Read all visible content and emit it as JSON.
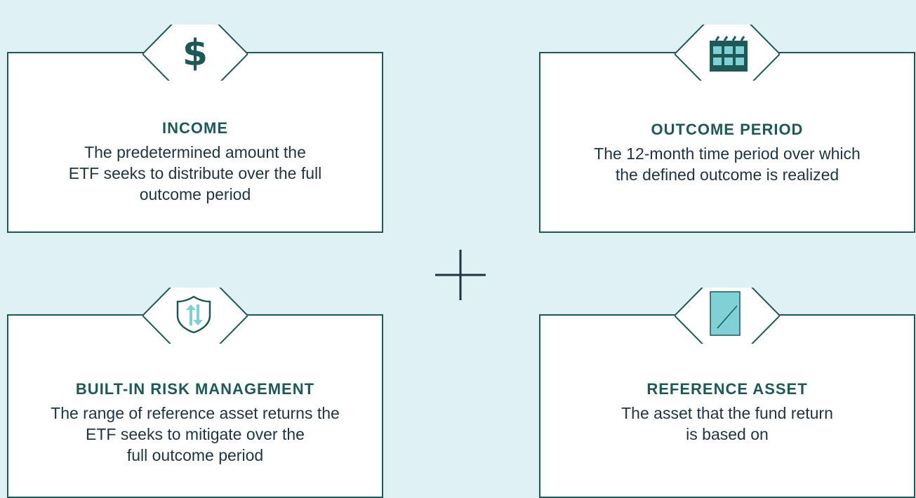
{
  "colors": {
    "background": "#dff1f4",
    "border": "#1e5957",
    "title": "#1e5957",
    "text": "#1f3440",
    "icon_fill": "#7fd1d6"
  },
  "cards": [
    {
      "id": "income",
      "icon": "dollar-icon",
      "title": "INCOME",
      "description_lines": [
        "The predetermined amount the",
        "ETF seeks to distribute over the full",
        "outcome period"
      ]
    },
    {
      "id": "outcome-period",
      "icon": "calendar-icon",
      "title": "OUTCOME PERIOD",
      "description_lines": [
        "The 12-month time period over which",
        "the defined outcome is realized"
      ]
    },
    {
      "id": "risk-management",
      "icon": "shield-arrows-icon",
      "title": "BUILT-IN RISK MANAGEMENT",
      "description_lines": [
        "The range of reference asset returns the",
        "ETF seeks to mitigate over the",
        "full outcome period"
      ]
    },
    {
      "id": "reference-asset",
      "icon": "document-icon",
      "title": "REFERENCE ASSET",
      "description_lines": [
        "The asset that the fund return",
        "is based on"
      ]
    }
  ],
  "center_icon": "plus-icon"
}
